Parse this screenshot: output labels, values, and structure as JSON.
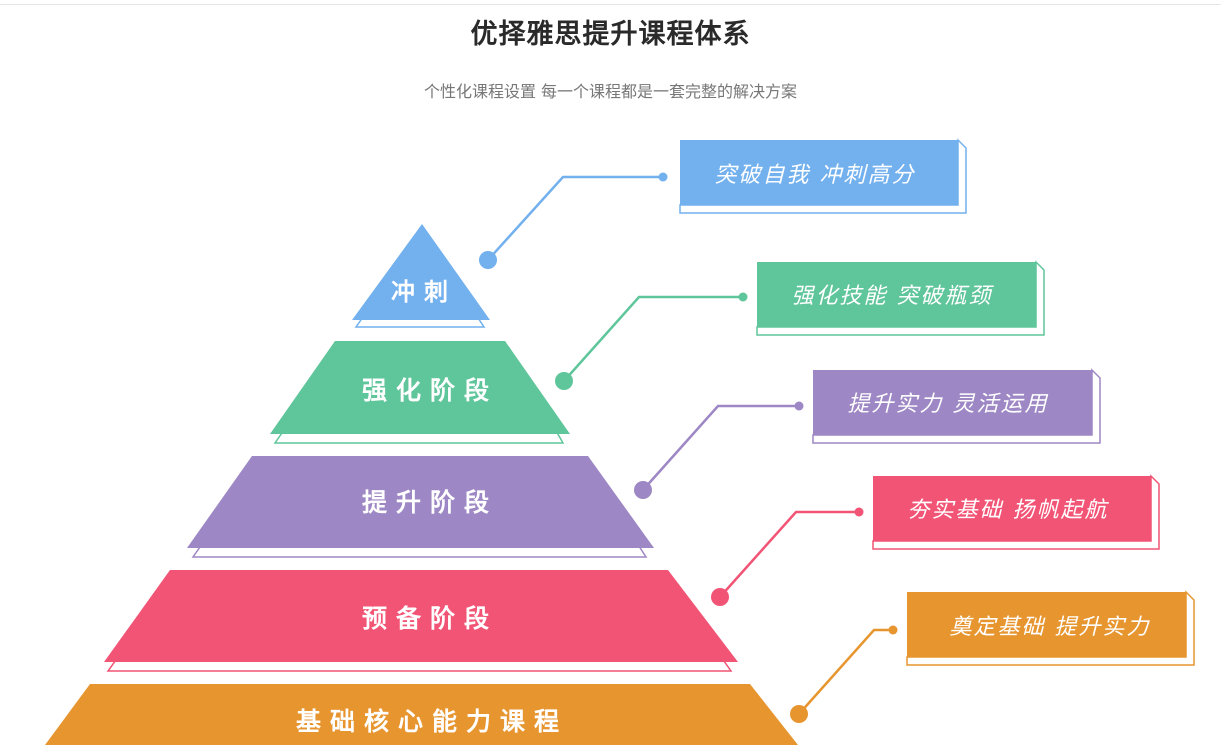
{
  "header": {
    "title": "优择雅思提升课程体系",
    "subtitle": "个性化课程设置 每一个课程都是一套完整的解决方案"
  },
  "tiers": [
    {
      "id": "sprint",
      "label": "冲刺",
      "tagline": "突破自我 冲刺高分",
      "color": "#72b0ee"
    },
    {
      "id": "intensive",
      "label": "强化阶段",
      "tagline": "强化技能 突破瓶颈",
      "color": "#5fc59a"
    },
    {
      "id": "advance",
      "label": "提升阶段",
      "tagline": "提升实力 灵活运用",
      "color": "#9d87c4"
    },
    {
      "id": "prep",
      "label": "预备阶段",
      "tagline": "夯实基础 扬帆起航",
      "color": "#f25475"
    },
    {
      "id": "core",
      "label": "基础核心能力课程",
      "tagline": "奠定基础 提升实力",
      "color": "#e7952f"
    }
  ]
}
